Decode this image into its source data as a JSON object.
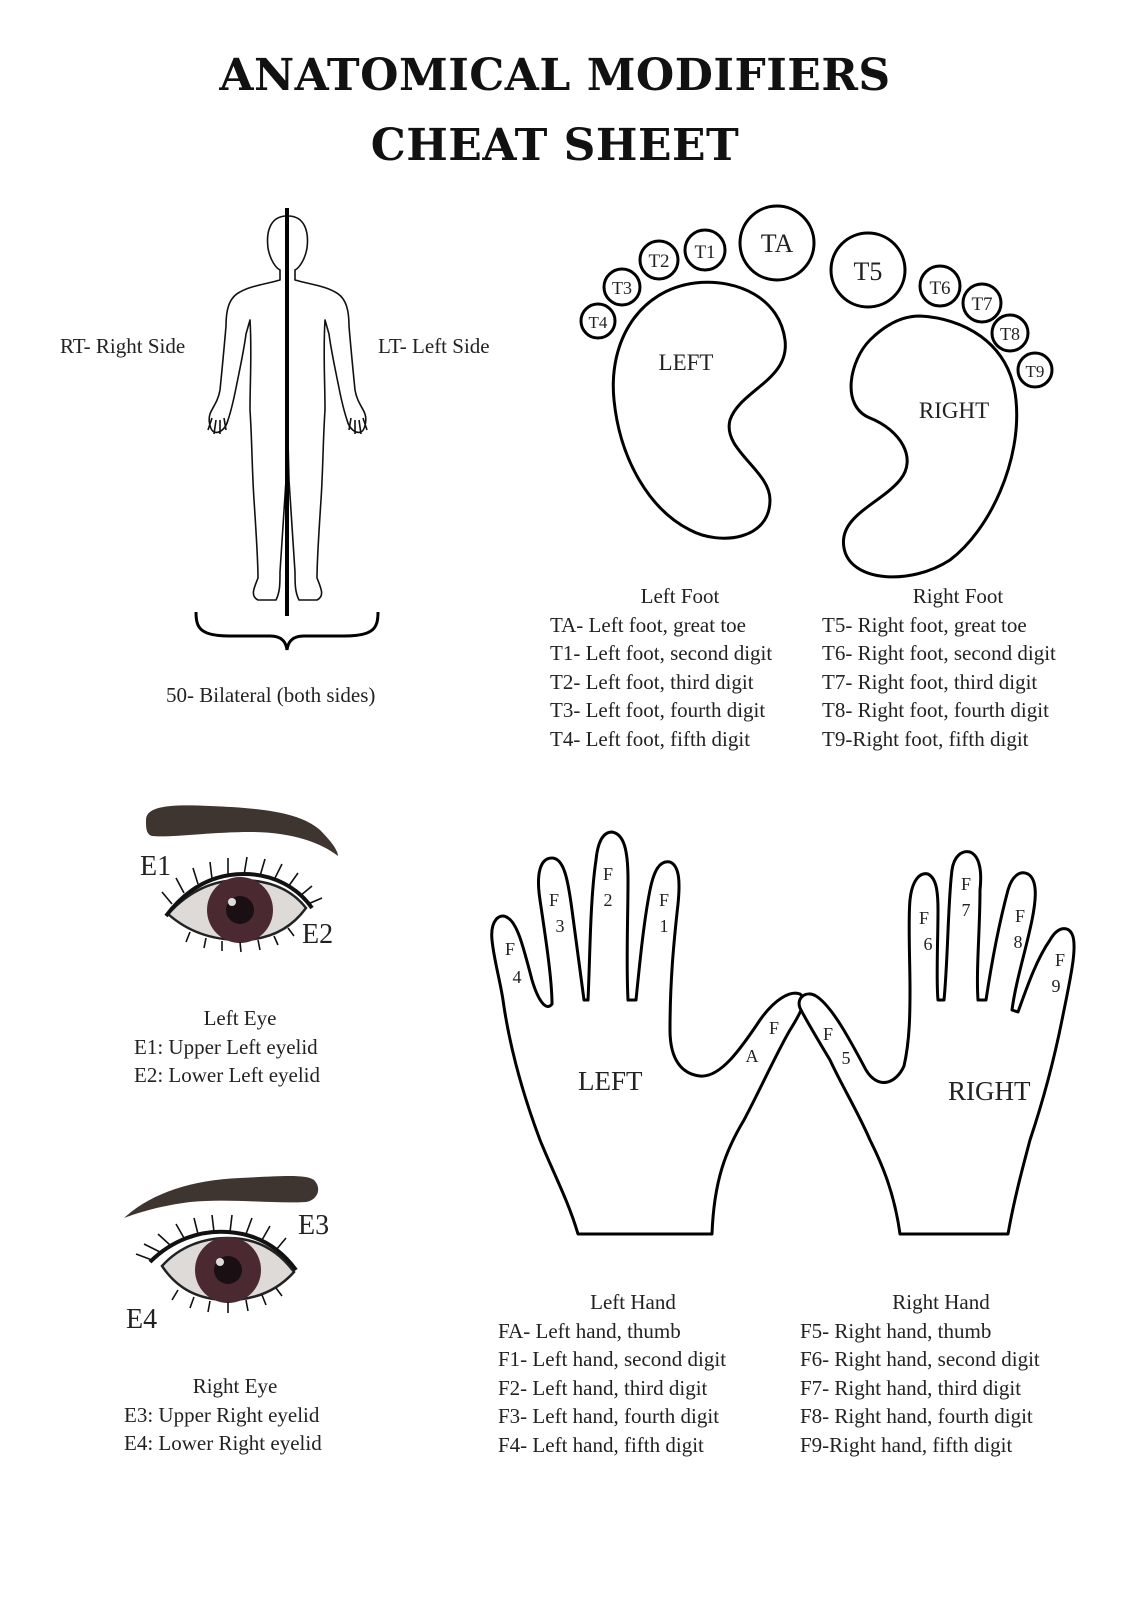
{
  "title": {
    "line1": "ANATOMICAL MODIFIERS",
    "line2": "CHEAT SHEET"
  },
  "body_section": {
    "right_side_label": "RT- Right Side",
    "left_side_label": "LT- Left Side",
    "bilateral_label": "50- Bilateral (both sides)"
  },
  "feet": {
    "left_label": "LEFT",
    "right_label": "RIGHT",
    "toe_labels": [
      "TA",
      "T1",
      "T2",
      "T3",
      "T4",
      "T5",
      "T6",
      "T7",
      "T8",
      "T9"
    ],
    "left_legend": {
      "heading": "Left Foot",
      "rows": [
        "TA- Left foot, great toe",
        "T1- Left foot, second digit",
        "T2- Left foot, third digit",
        "T3- Left foot, fourth digit",
        "T4- Left foot, fifth digit"
      ]
    },
    "right_legend": {
      "heading": "Right Foot",
      "rows": [
        "T5- Right foot, great toe",
        "T6- Right foot, second digit",
        "T7- Right foot, third digit",
        "T8- Right foot, fourth digit",
        "T9-Right foot, fifth digit"
      ]
    }
  },
  "eyes": {
    "left_eye_labels": [
      "E1",
      "E2"
    ],
    "right_eye_labels": [
      "E3",
      "E4"
    ],
    "left_legend": {
      "heading": "Left Eye",
      "rows": [
        "E1: Upper Left eyelid",
        "E2: Lower Left eyelid"
      ]
    },
    "right_legend": {
      "heading": "Right Eye",
      "rows": [
        "E3: Upper Right eyelid",
        "E4: Lower Right eyelid"
      ]
    },
    "iris_color": "#4a2a30",
    "brow_color": "#3e3530"
  },
  "hands": {
    "left_label": "LEFT",
    "right_label": "RIGHT",
    "finger_labels": {
      "F4": [
        "F",
        "4"
      ],
      "F3": [
        "F",
        "3"
      ],
      "F2": [
        "F",
        "2"
      ],
      "F1": [
        "F",
        "1"
      ],
      "FA": [
        "F",
        "A"
      ],
      "F5": [
        "F",
        "5"
      ],
      "F6": [
        "F",
        "6"
      ],
      "F7": [
        "F",
        "7"
      ],
      "F8": [
        "F",
        "8"
      ],
      "F9": [
        "F",
        "9"
      ]
    },
    "left_legend": {
      "heading": "Left Hand",
      "rows": [
        "FA- Left hand, thumb",
        "F1- Left hand, second digit",
        "F2- Left hand, third digit",
        "F3- Left hand, fourth digit",
        "F4- Left hand, fifth digit"
      ]
    },
    "right_legend": {
      "heading": "Right Hand",
      "rows": [
        "F5- Right hand, thumb",
        "F6- Right hand, second digit",
        "F7- Right hand, third digit",
        "F8- Right hand, fourth digit",
        "F9-Right hand, fifth digit"
      ]
    }
  }
}
